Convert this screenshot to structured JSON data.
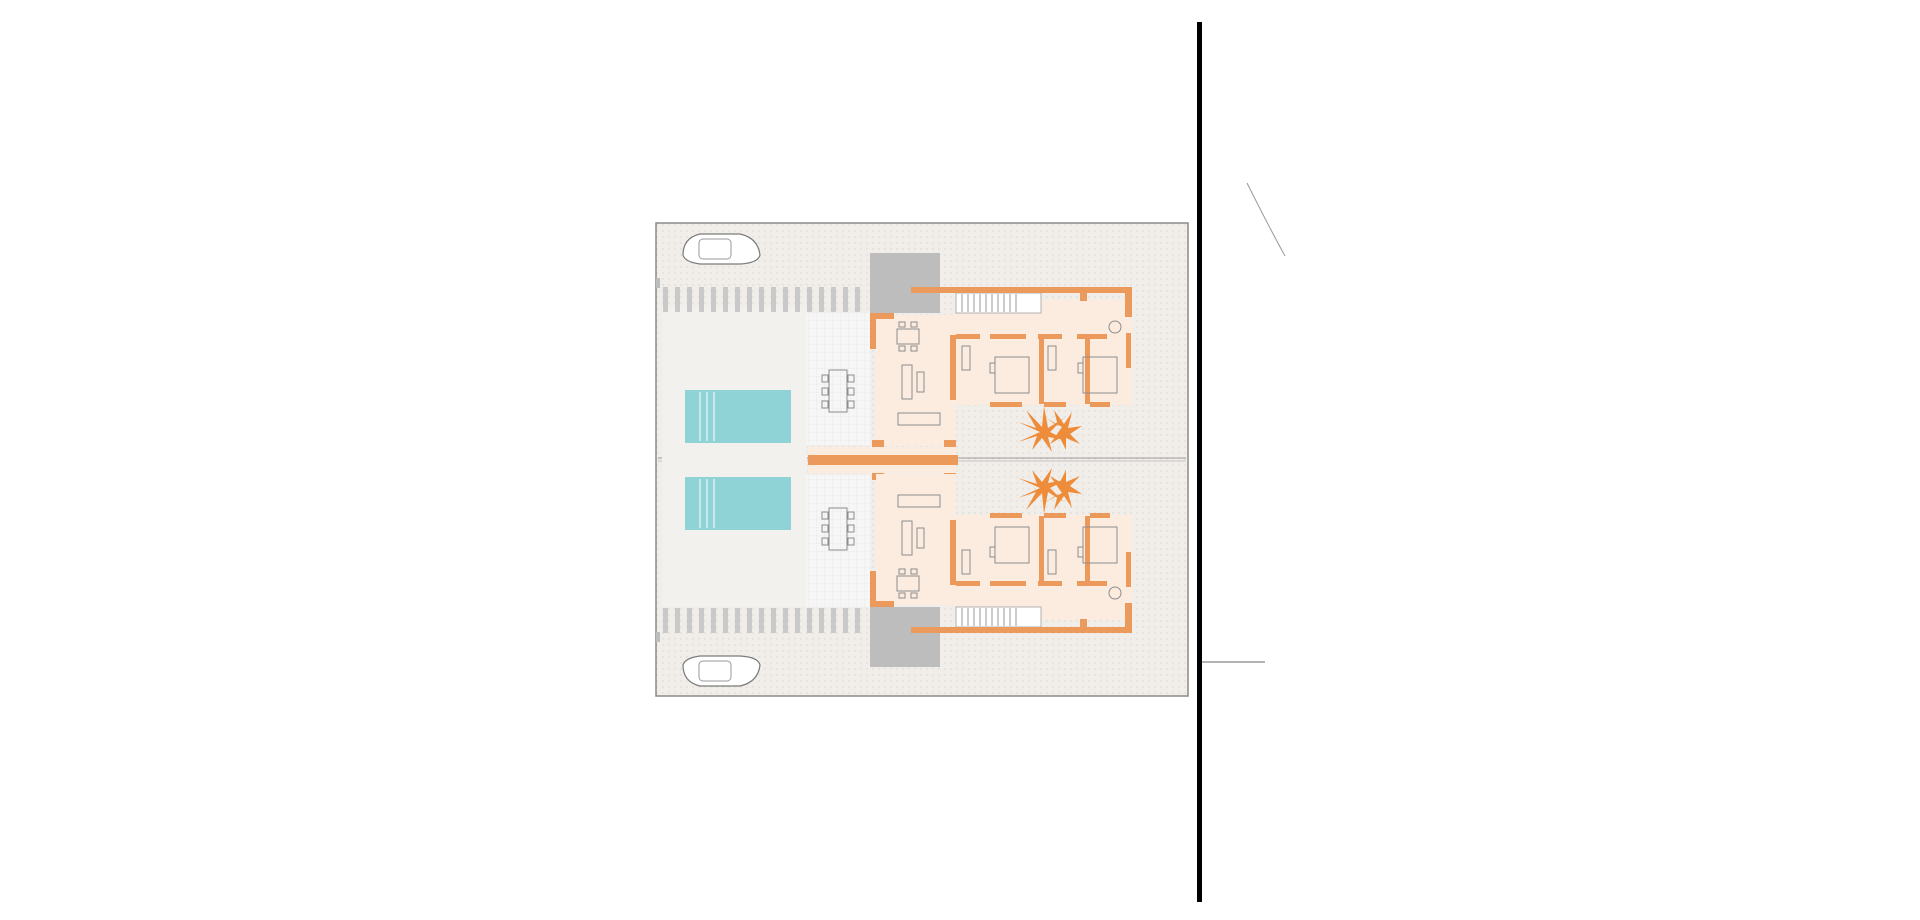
{
  "drawing": {
    "type": "site-floor-plan",
    "units": 2,
    "features_per_unit": [
      "pool",
      "terrace-dining",
      "living-room",
      "kitchen",
      "bedroom",
      "bedroom",
      "bathroom",
      "stairs",
      "parking",
      "palm-tree"
    ],
    "colors": {
      "walls": "#ec9a5c",
      "interior_floor": "#fcebdf",
      "pool_water": "#8fd3d7",
      "plot_paving": "#efece7",
      "grey_block": "#bdbdbd",
      "boundary_line": "#000000"
    }
  }
}
